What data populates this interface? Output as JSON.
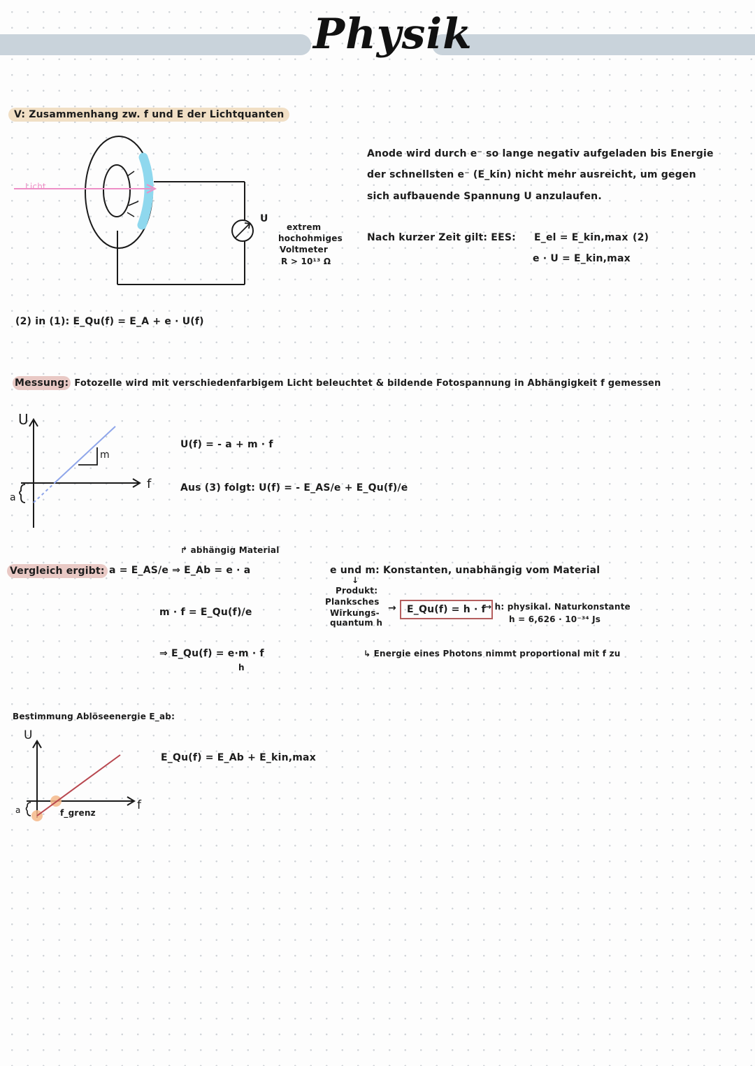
{
  "header": {
    "title": "Physik"
  },
  "section_v": {
    "heading": "V: Zusammenhang zw. f und E der Lichtquanten",
    "diagram": {
      "light_label": "Licht",
      "voltage_label": "U",
      "voltmeter_note": [
        "extrem",
        "hochohmiges",
        "Voltmeter",
        "R > 10¹³ Ω"
      ]
    },
    "explanation": [
      "Anode wird durch e⁻ so lange negativ aufgeladen bis Energie",
      "der schnellsten e⁻ (E_kin) nicht mehr ausreicht, um gegen",
      "sich aufbauende Spannung U anzulaufen."
    ],
    "ees": {
      "prefix": "Nach kurzer Zeit gilt: EES:",
      "eq1": "E_el = E_kin,max",
      "eq1_tag": "(2)",
      "eq2": "e · U = E_kin,max"
    },
    "substitution": "(2) in (1): E_Qu(f) = E_A + e · U(f)"
  },
  "messung": {
    "label": "Messung:",
    "text": "Fotozelle wird mit verschiedenfarbigem Licht beleuchtet & bildende Fotospannung in Abhängigkeit f gemessen",
    "graph": {
      "y_axis": "U",
      "x_axis": "f",
      "slope_label": "m",
      "intercept_label": "a"
    },
    "eq_linear": "U(f) = - a + m · f",
    "eq_from3": "Aus (3) folgt: U(f) = - E_AS/e + E_Qu(f)/e"
  },
  "vergleich": {
    "note_above": "↱ abhängig Material",
    "label": "Vergleich ergibt:",
    "eq1": "a = E_AS/e  ⇒  E_Ab = e · a",
    "eq2": "m · f = E_Qu(f)/e",
    "eq3": "⇒ E_Qu(f) = e·m · f",
    "eq3_brace": "h",
    "constants": "e und m: Konstanten, unabhängig vom Material",
    "produkt": [
      "↓",
      "Produkt:",
      "Planksches",
      "Wirkungs-",
      "quantum h"
    ],
    "boxed_eq": "E_Qu(f) = h · f",
    "natural_const": "→ h: physikal. Naturkonstante",
    "h_value": "h = 6,626 · 10⁻³⁴ Js",
    "proportional": "↳ Energie eines Photons nimmt proportional mit f zu"
  },
  "bestimmung": {
    "heading": "Bestimmung Ablöseenergie E_ab:",
    "graph": {
      "y_axis": "U",
      "x_axis": "f",
      "intercept_label": "a",
      "threshold_label": "f_grenz"
    },
    "eq": "E_Qu(f) = E_Ab + E_kin,max"
  },
  "colors": {
    "band": "#c9d3db",
    "cream": "#f1dfc5",
    "rose": "#e9c9c5",
    "light_pink": "#ee8fc6",
    "cell_blue": "#8fd8ee",
    "graph_blue": "#8fa6ea",
    "graph_red": "#b8474f",
    "dot_orange": "#f5b98a"
  }
}
